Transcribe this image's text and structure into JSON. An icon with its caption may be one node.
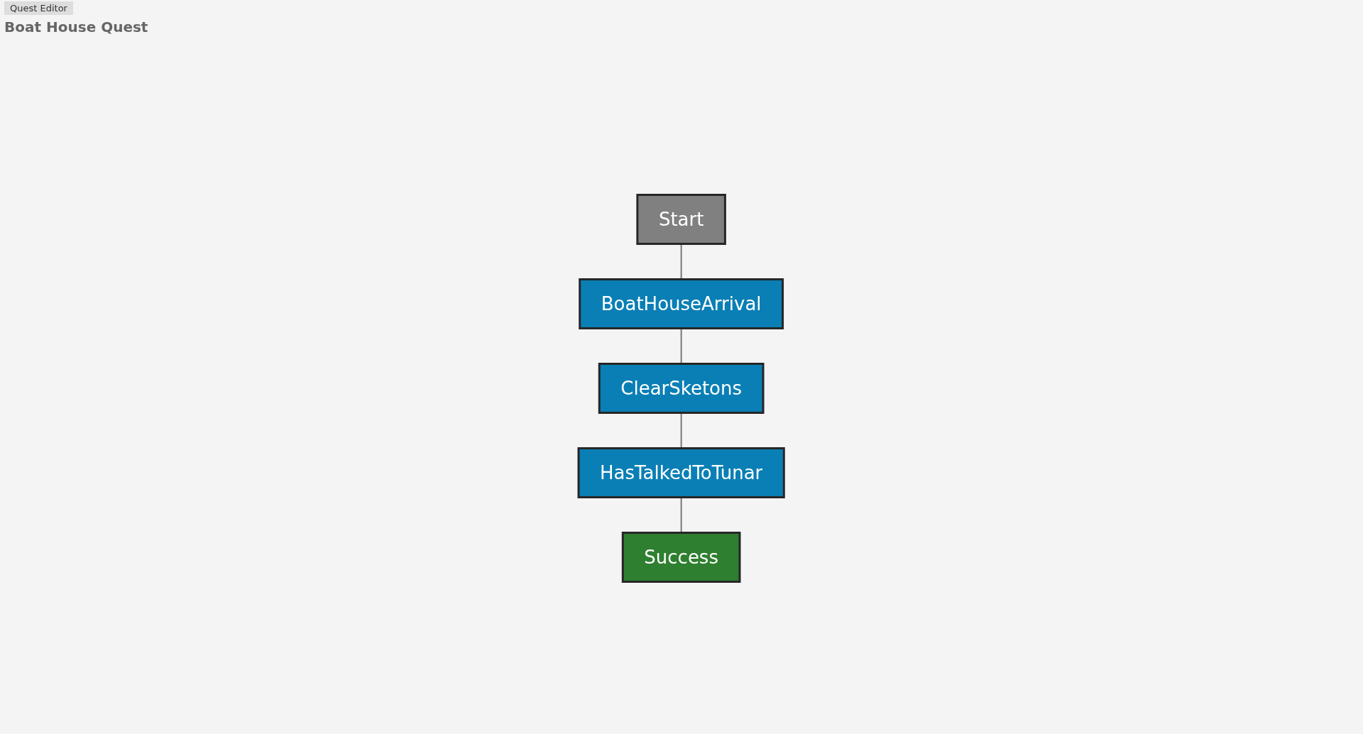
{
  "diagram": {
    "title": "Boat House Quest",
    "nodes": [
      {
        "text": [
          "Start"
        ]
      },
      {
        "text": [
          "BoatHouseArrival"
        ]
      },
      {
        "text": [
          "ClearSketons"
        ]
      },
      {
        "text": [
          "HasTalkedToTunar"
        ]
      },
      {
        "text": [
          "Success"
        ]
      }
    ],
    "edges": [
      {
        "from": 0,
        "to": 1,
        "arrow": "none"
      },
      {
        "from": 1,
        "to": 2,
        "arrow": "none"
      },
      {
        "from": 2,
        "to": 3,
        "arrow": "none"
      },
      {
        "from": 3,
        "to": 4,
        "arrow": "none"
      }
    ],
    "labels": [
      "Quest Editor"
    ]
  }
}
